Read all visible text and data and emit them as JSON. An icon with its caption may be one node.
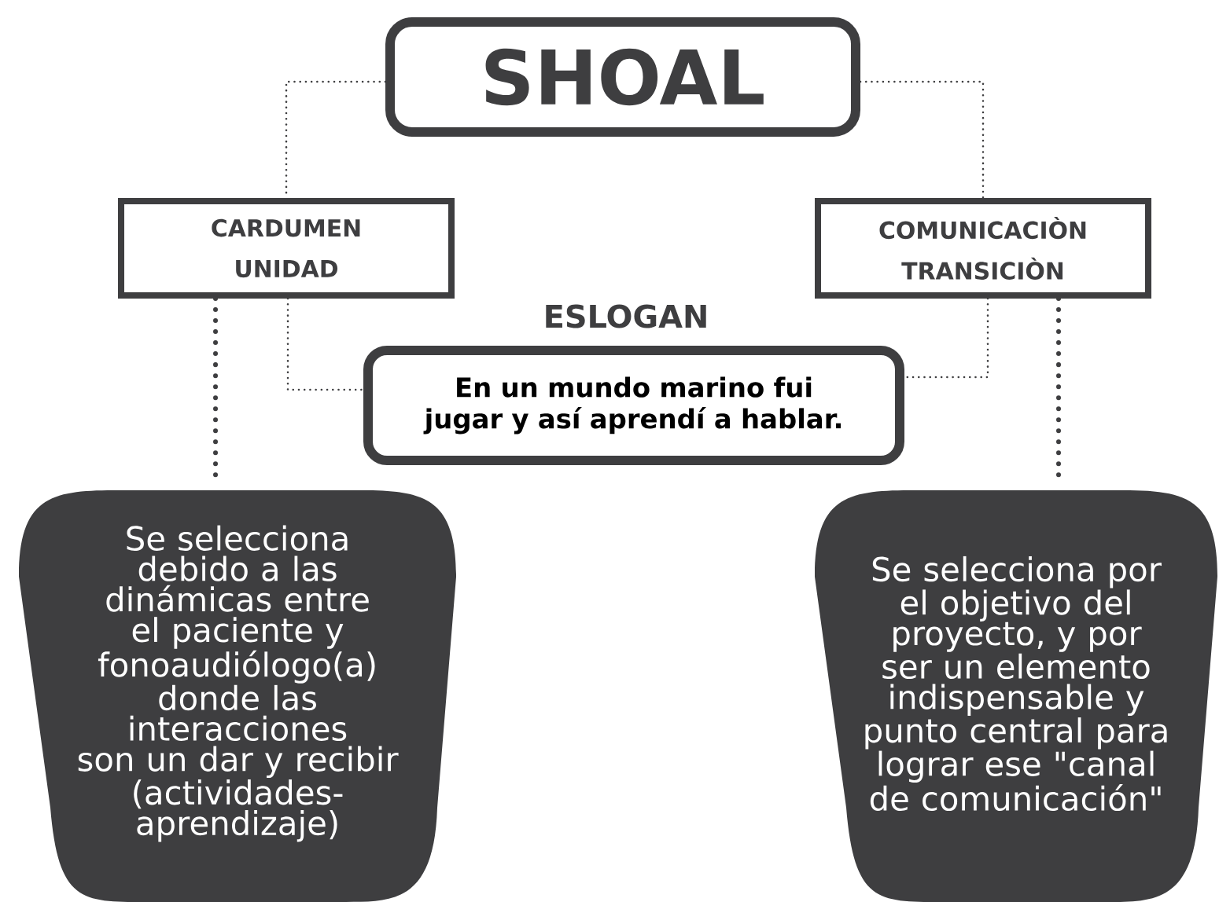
{
  "diagram": {
    "nodes": [
      {
        "text": [
          "SHOAL"
        ]
      },
      {
        "text": [
          "CARDUMEN UNIDAD"
        ]
      },
      {
        "text": [
          "COMUNICACIÒN TRANSICIÒN"
        ]
      },
      {
        "text": [
          "ESLOGAN",
          "En un mundo marino fui jugar y así aprendí a hablar."
        ]
      },
      {
        "text": [
          "Se selecciona debido a las dinámicas entre el paciente y fonoaudiólogo(a) donde las interacciones son un dar y recibir (actividades-aprendizaje)"
        ]
      },
      {
        "text": [
          "Se selecciona por el objetivo del proyecto, y por ser un elemento indispensable y punto central para lograr ese \"canal de comunicación\""
        ]
      }
    ],
    "edges": [
      {
        "from": 0,
        "to": 1,
        "arrow": "none"
      },
      {
        "from": 0,
        "to": 2,
        "arrow": "none"
      },
      {
        "from": 1,
        "to": 3,
        "arrow": "none"
      },
      {
        "from": 2,
        "to": 3,
        "arrow": "none"
      },
      {
        "from": 1,
        "to": 4,
        "arrow": "none",
        "style": "dashed"
      },
      {
        "from": 2,
        "to": 5,
        "arrow": "none",
        "style": "dashed"
      }
    ]
  }
}
